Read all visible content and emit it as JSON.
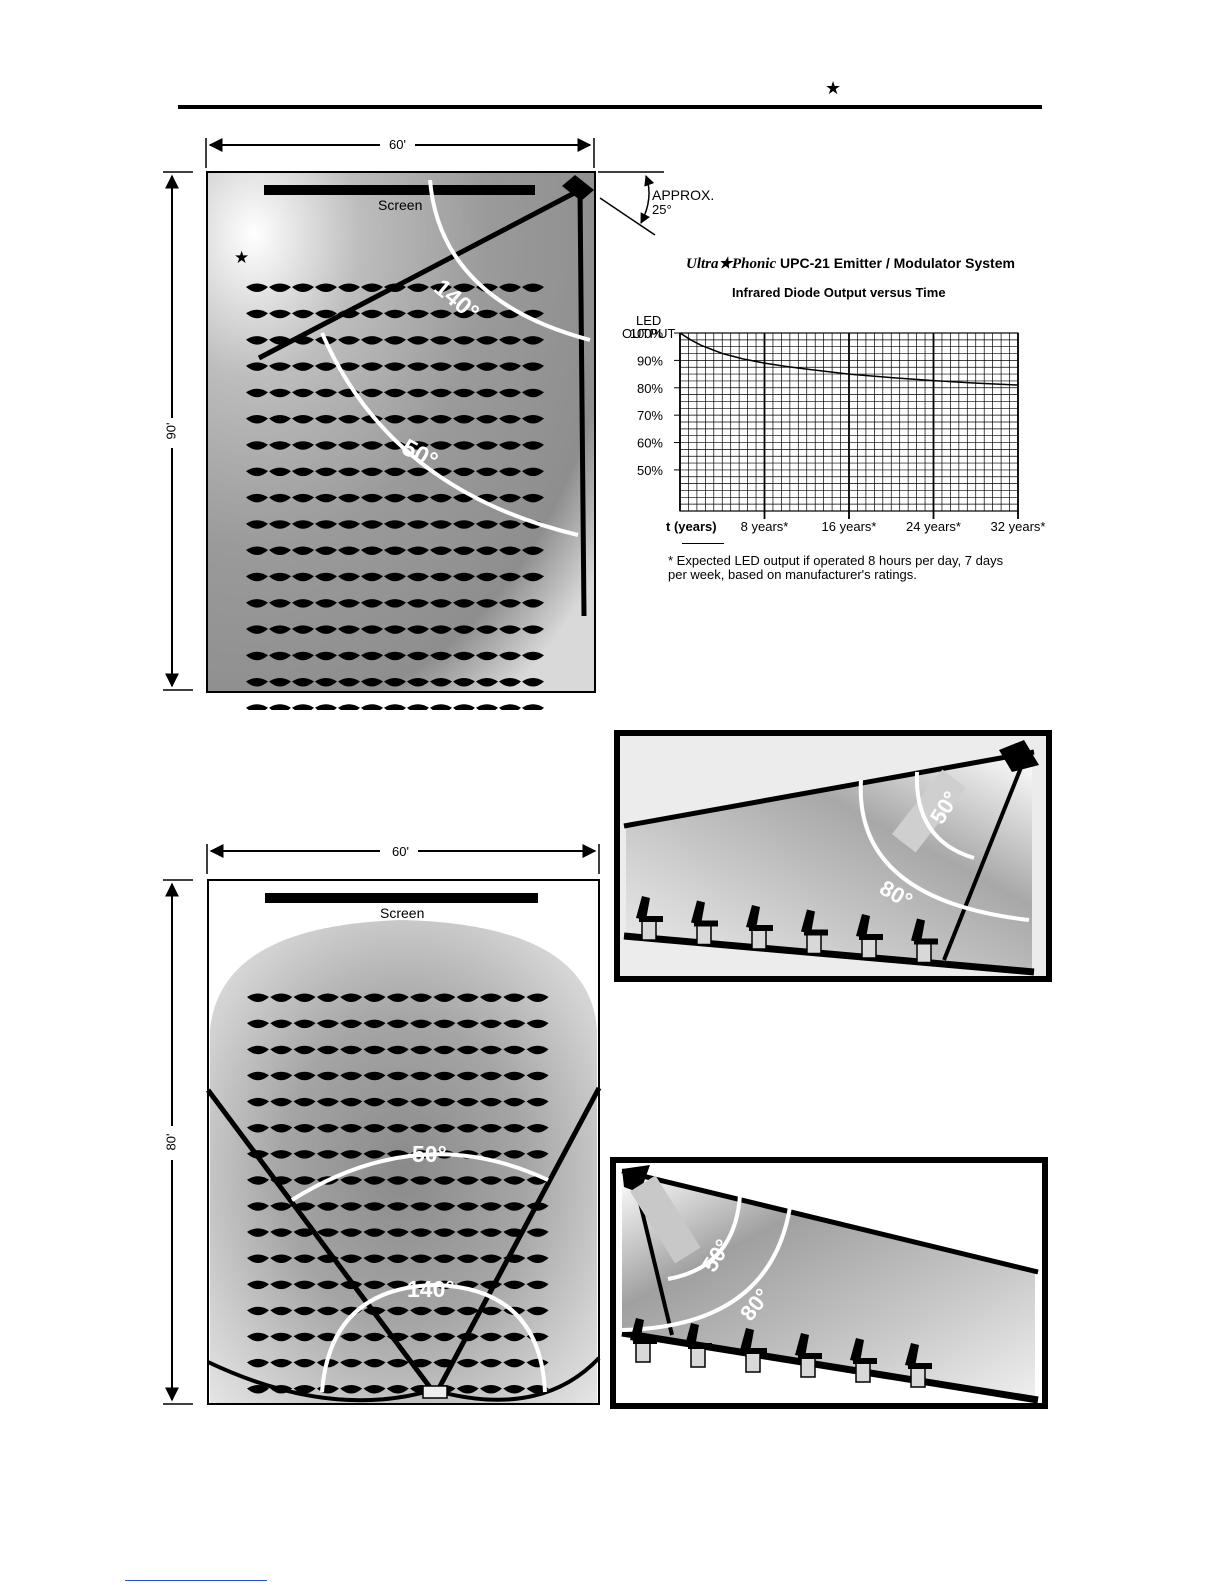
{
  "page": {
    "header_mark": "★"
  },
  "plan_top": {
    "width_label": "60'",
    "depth_label": "90'",
    "screen_label": "Screen",
    "approx_label": "APPROX.",
    "angle_label": "25°",
    "star": "★",
    "wide_angle": "140°",
    "narrow_angle": "50°",
    "rows": 17,
    "seats_per_row": 13
  },
  "chart": {
    "title_brand": "Ultra★Phonic",
    "title_model": " UPC-21 Emitter / Modulator System",
    "subtitle": "Infrared Diode Output versus Time",
    "ylabel_line1": "LED",
    "ylabel_line2": "OUTPUT",
    "footnote_line1": "* Expected LED output if operated 8 hours per day, 7 days",
    "footnote_line2": "per week, based on manufacturer's ratings."
  },
  "chart_data": {
    "type": "line",
    "title": "Infrared Diode Output versus Time",
    "xlabel": "t (years)",
    "ylabel": "LED OUTPUT",
    "x_ticks": [
      "8 years*",
      "16 years*",
      "24 years*",
      "32 years*"
    ],
    "y_ticks": [
      "100%",
      "90%",
      "80%",
      "70%",
      "60%",
      "50%"
    ],
    "xlim": [
      0,
      32
    ],
    "ylim": [
      35,
      100
    ],
    "grid": true,
    "series": [
      {
        "x": [
          0,
          1,
          2,
          4,
          6,
          8,
          10,
          12,
          16,
          20,
          24,
          28,
          32
        ],
        "y": [
          100,
          97.5,
          95.5,
          92.5,
          90.5,
          89,
          87.8,
          86.8,
          85,
          83.7,
          82.6,
          81.7,
          81
        ]
      }
    ]
  },
  "side_top": {
    "narrow_angle": "50°",
    "wide_angle": "80°",
    "seats": 6
  },
  "plan_bottom": {
    "width_label": "60'",
    "depth_label": "80'",
    "screen_label": "Screen",
    "narrow_angle": "50°",
    "wide_angle": "140°",
    "rows": 16,
    "seats_per_row": 13
  },
  "side_bottom": {
    "narrow_angle": "50°",
    "wide_angle": "80°",
    "seats": 6
  }
}
